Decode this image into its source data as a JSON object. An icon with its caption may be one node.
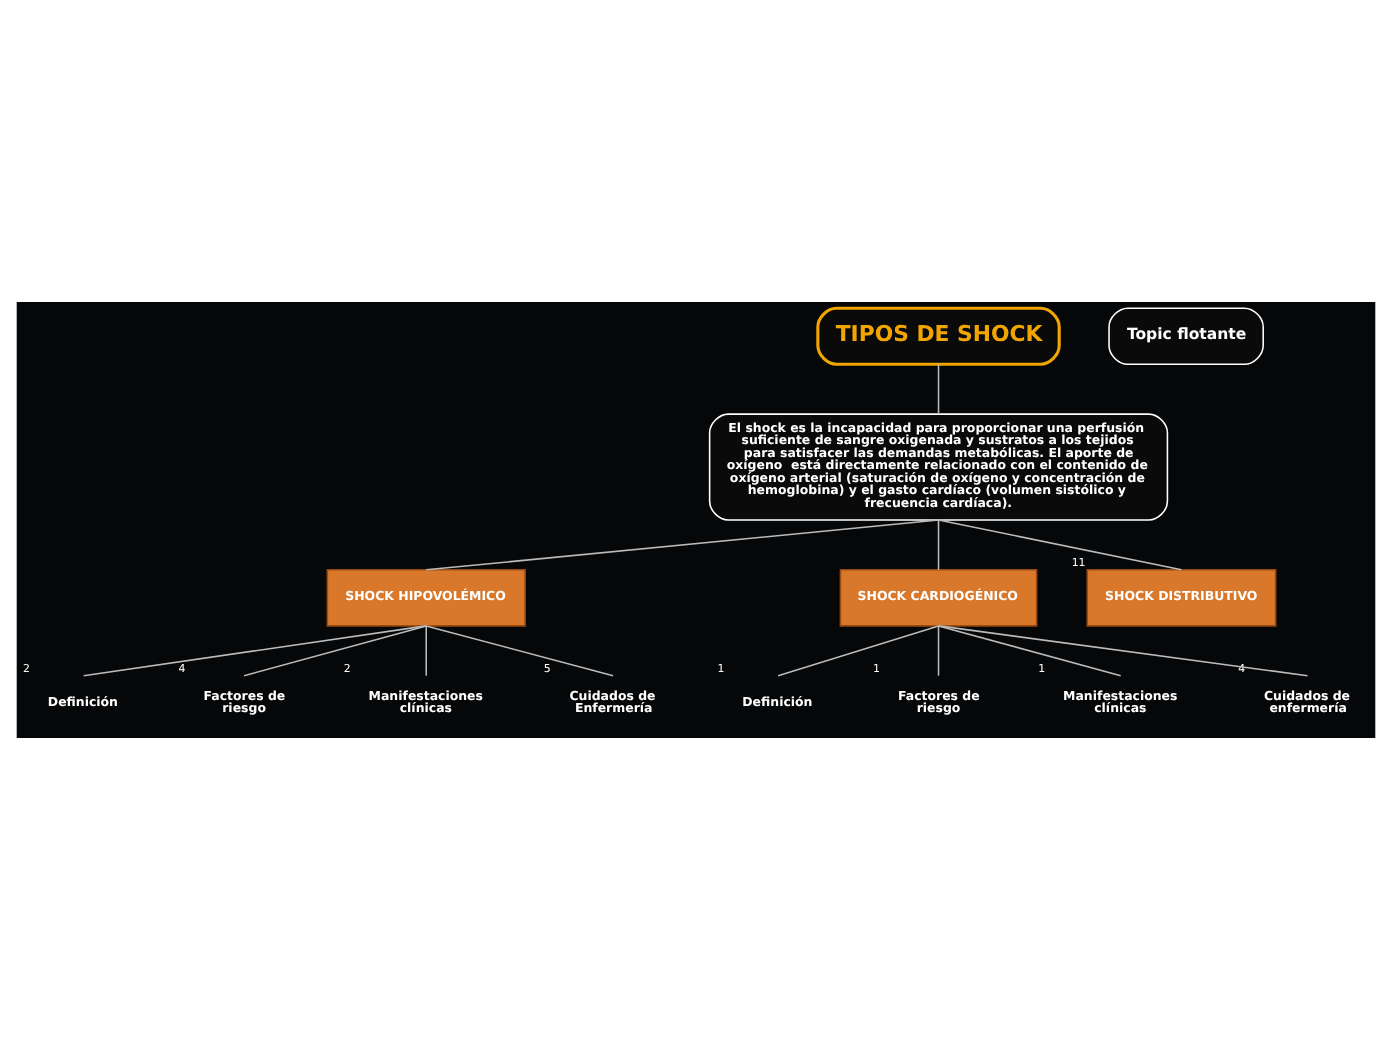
{
  "diagram": {
    "nodes": [
      {
        "text": [
          "TIPOS DE SHOCK"
        ]
      },
      {
        "text": [
          "El shock es la incapacidad para proporcionar una perfusión suficiente de sangre oxigenada y sustratos a los tejidos para satisfacer las demandas metabólicas. El aporte de oxígeno  está directamente relacionado con el contenido de oxígeno arterial (saturación de oxígeno y concentración de hemoglobina) y el gasto cardíaco (volumen sistólico y frecuencia cardíaca)."
        ]
      },
      {
        "text": [
          "SHOCK HIPOVOLÉMICO"
        ]
      },
      {
        "text": [
          "SHOCK CARDIOGÉNICO"
        ]
      },
      {
        "text": [
          "SHOCK DISTRIBUTIVO"
        ],
        "beside": [
          "11"
        ]
      },
      {
        "text": [
          "Definición"
        ],
        "beside": [
          "2"
        ]
      },
      {
        "text": [
          "Factores de riesgo"
        ],
        "beside": [
          "4"
        ]
      },
      {
        "text": [
          "Manifestaciones clínicas"
        ],
        "beside": [
          "2"
        ]
      },
      {
        "text": [
          "Cuidados de Enfermería"
        ],
        "beside": [
          "5"
        ]
      },
      {
        "text": [
          "Definición"
        ],
        "beside": [
          "1"
        ]
      },
      {
        "text": [
          "Factores de riesgo"
        ],
        "beside": [
          "1"
        ]
      },
      {
        "text": [
          "Manifestaciones clínicas"
        ],
        "beside": [
          "1"
        ]
      },
      {
        "text": [
          "Cuidados de enfermería"
        ],
        "beside": [
          "4"
        ]
      },
      {
        "text": [
          "Topic flotante"
        ]
      }
    ],
    "edges": [
      {
        "from": 0,
        "to": 1,
        "arrow": "none"
      },
      {
        "from": 1,
        "to": 2,
        "arrow": "none"
      },
      {
        "from": 1,
        "to": 3,
        "arrow": "none"
      },
      {
        "from": 1,
        "to": 4,
        "arrow": "none"
      },
      {
        "from": 2,
        "to": 5,
        "arrow": "none"
      },
      {
        "from": 2,
        "to": 6,
        "arrow": "none"
      },
      {
        "from": 2,
        "to": 7,
        "arrow": "none"
      },
      {
        "from": 2,
        "to": 8,
        "arrow": "none"
      },
      {
        "from": 3,
        "to": 9,
        "arrow": "none"
      },
      {
        "from": 3,
        "to": 10,
        "arrow": "none"
      },
      {
        "from": 3,
        "to": 11,
        "arrow": "none"
      },
      {
        "from": 3,
        "to": 12,
        "arrow": "none"
      }
    ]
  }
}
